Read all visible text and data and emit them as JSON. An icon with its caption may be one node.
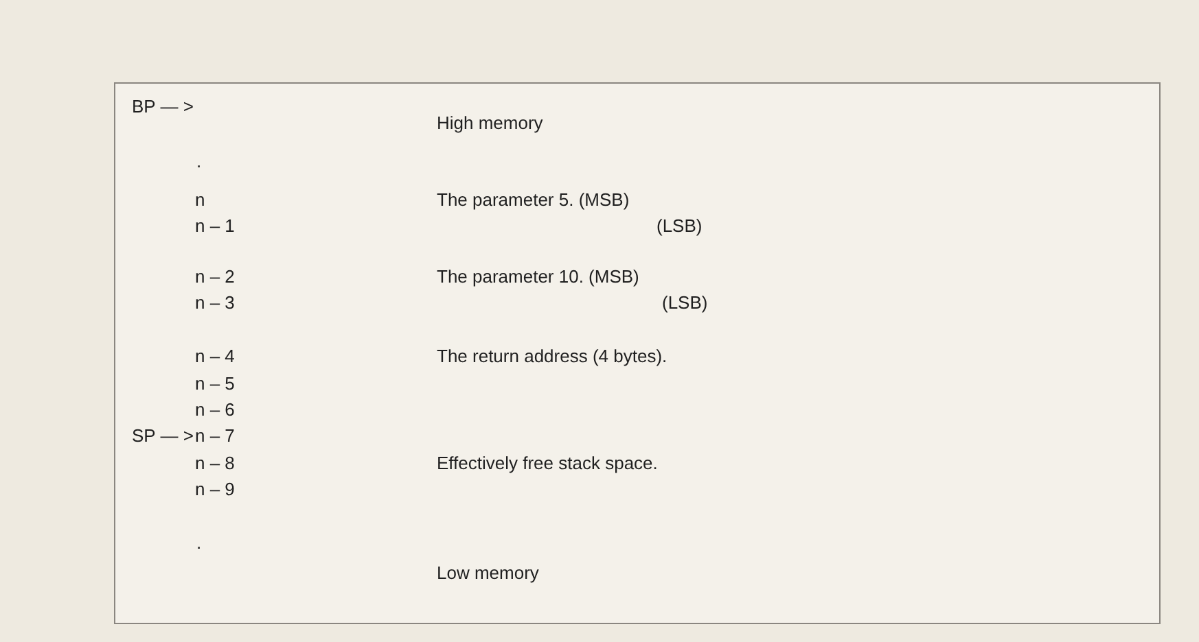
{
  "diagram": {
    "labels": [
      "BP — >",
      "High memory",
      ".",
      "n",
      "The parameter 5. (MSB)",
      "n – 1",
      "(LSB)",
      "n – 2",
      "The parameter 10. (MSB)",
      "n – 3",
      "(LSB)",
      "n – 4",
      "The return address (4 bytes).",
      "n – 5",
      "n – 6",
      "SP — >",
      "n – 7",
      "n – 8",
      "Effectively free stack space.",
      "n – 9",
      ".",
      "Low memory"
    ]
  }
}
